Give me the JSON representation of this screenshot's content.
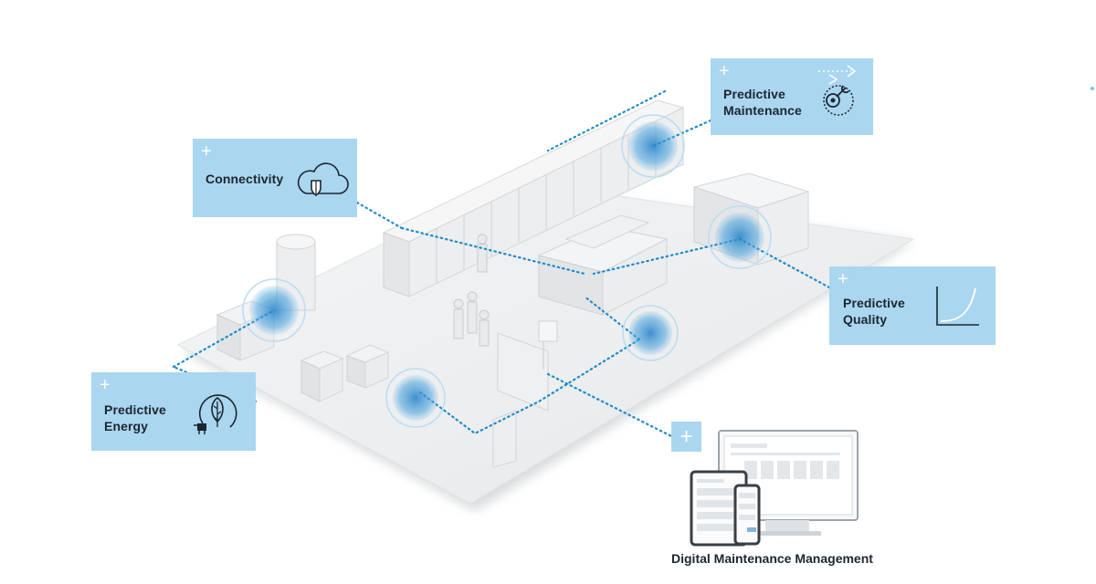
{
  "cards": {
    "connectivity": {
      "plus": "+",
      "label": "Connectivity",
      "icon": "cloud-shield-icon"
    },
    "maintenance": {
      "plus": "+",
      "label": "Predictive Maintenance",
      "icon": "gear-wrench-icon"
    },
    "quality": {
      "plus": "+",
      "label": "Predictive Quality",
      "icon": "curve-chart-icon"
    },
    "energy": {
      "plus": "+",
      "label": "Predictive Energy",
      "icon": "leaf-plug-icon"
    }
  },
  "dmm": {
    "plus": "+",
    "label": "Digital Maintenance Management"
  },
  "colors": {
    "card": "#aad6ef",
    "accent": "#1f8ccb",
    "hotspot": "#3d8fd0",
    "floor": "#eef0f2"
  }
}
